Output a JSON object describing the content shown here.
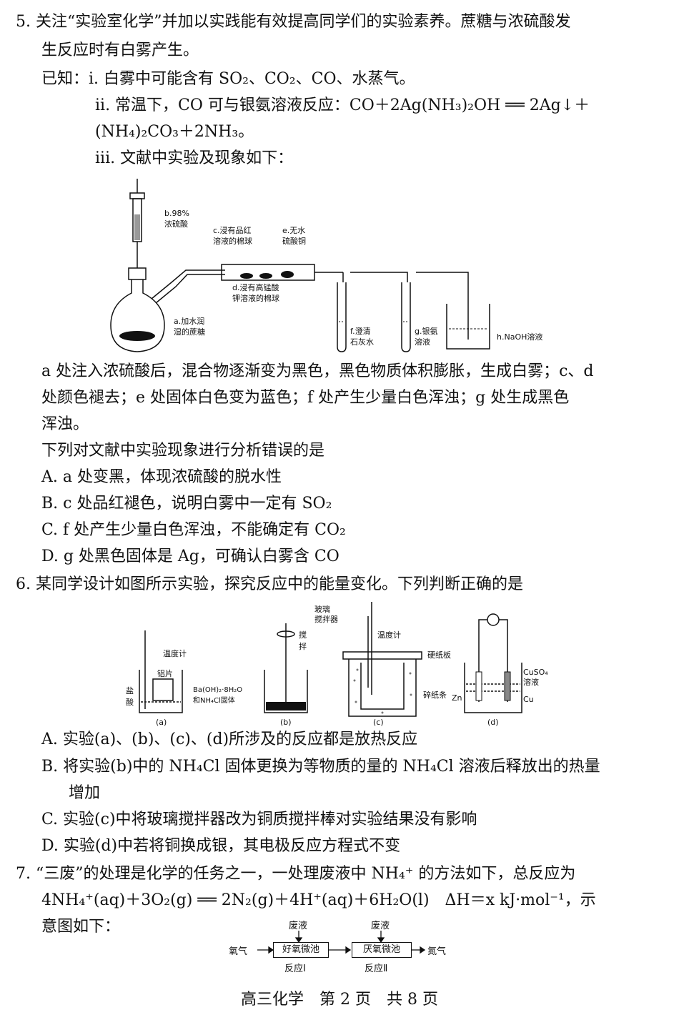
{
  "q5": {
    "l1": "5. 关注“实验室化学”并加以实践能有效提高同学们的实验素养。蔗糖与浓硫酸发",
    "l2": "生反应时有白雾产生。",
    "k1": "已知：i. 白雾中可能含有 SO₂、CO₂、CO、水蒸气。",
    "k2": "ii. 常温下，CO 可与银氨溶液反应：CO＋2Ag(NH₃)₂OH ══ 2Ag↓＋",
    "k3": "(NH₄)₂CO₃＋2NH₃。",
    "k4": "iii. 文献中实验及现象如下：",
    "fig_labels": {
      "b": "b.98%",
      "b2": "浓硫酸",
      "c": "c.浸有品红",
      "c2": "溶液的棉球",
      "e": "e.无水",
      "e2": "硫酸铜",
      "d": "d.浸有高锰酸",
      "d2": "钾溶液的棉球",
      "a": "a.加水润",
      "a2": "湿的蔗糖",
      "f": "f.澄清",
      "f2": "石灰水",
      "g": "g.银氨",
      "g2": "溶液",
      "h": "h.NaOH溶液"
    },
    "obs1": "a 处注入浓硫酸后，混合物逐渐变为黑色，黑色物质体积膨胀，生成白雾；c、d",
    "obs2": "处颜色褪去；e 处固体白色变为蓝色；f 处产生少量白色浑浊；g 处生成黑色",
    "obs3": "浑浊。",
    "ask": "下列对文献中实验现象进行分析错误的是",
    "A": "A. a 处变黑，体现浓硫酸的脱水性",
    "B": "B. c 处品红褪色，说明白雾中一定有 SO₂",
    "C": "C. f 处产生少量白色浑浊，不能确定有 CO₂",
    "D": "D. g 处黑色固体是 Ag，可确认白雾含 CO"
  },
  "q6": {
    "stem": "6. 某同学设计如图所示实验，探究反应中的能量变化。下列判断正确的是",
    "fig_labels": {
      "thermo": "温度计",
      "al": "铝片",
      "acid1": "盐",
      "acid2": "酸",
      "stir1": "搅",
      "stir2": "拌",
      "ba1": "Ba(OH)₂·8H₂O",
      "ba2": "和NH₄Cl固体",
      "glass1": "玻璃",
      "glass2": "搅拌器",
      "thermo2": "温度计",
      "lid": "硬纸板",
      "paper": "碎纸条",
      "cuso4a": "CuSO₄",
      "cuso4b": "溶液",
      "zn": "Zn",
      "cu": "Cu",
      "ca": "(a)",
      "cb": "(b)",
      "cc": "(c)",
      "cd": "(d)"
    },
    "A": "A. 实验(a)、(b)、(c)、(d)所涉及的反应都是放热反应",
    "B1": "B. 将实验(b)中的 NH₄Cl 固体更换为等物质的量的 NH₄Cl 溶液后释放出的热量",
    "B2": "增加",
    "C": "C. 实验(c)中将玻璃搅拌器改为铜质搅拌棒对实验结果没有影响",
    "D": "D. 实验(d)中若将铜换成银，其电极反应方程式不变"
  },
  "q7": {
    "l1": "7. “三废”的处理是化学的任务之一，一处理废液中 NH₄⁺ 的方法如下，总反应为",
    "l2": "4NH₄⁺(aq)＋3O₂(g) ══ 2N₂(g)＋4H⁺(aq)＋6H₂O(l)　ΔH＝x kJ·mol⁻¹，示",
    "l3": "意图如下：",
    "flow": {
      "waste1": "废液",
      "waste2": "废液",
      "o2": "氧气",
      "tank1": "好氧微池",
      "tank2": "厌氧微池",
      "n2": "氮气",
      "r1": "反应Ⅰ",
      "r2": "反应Ⅱ"
    }
  },
  "footer": "高三化学　第 2 页　共 8 页"
}
